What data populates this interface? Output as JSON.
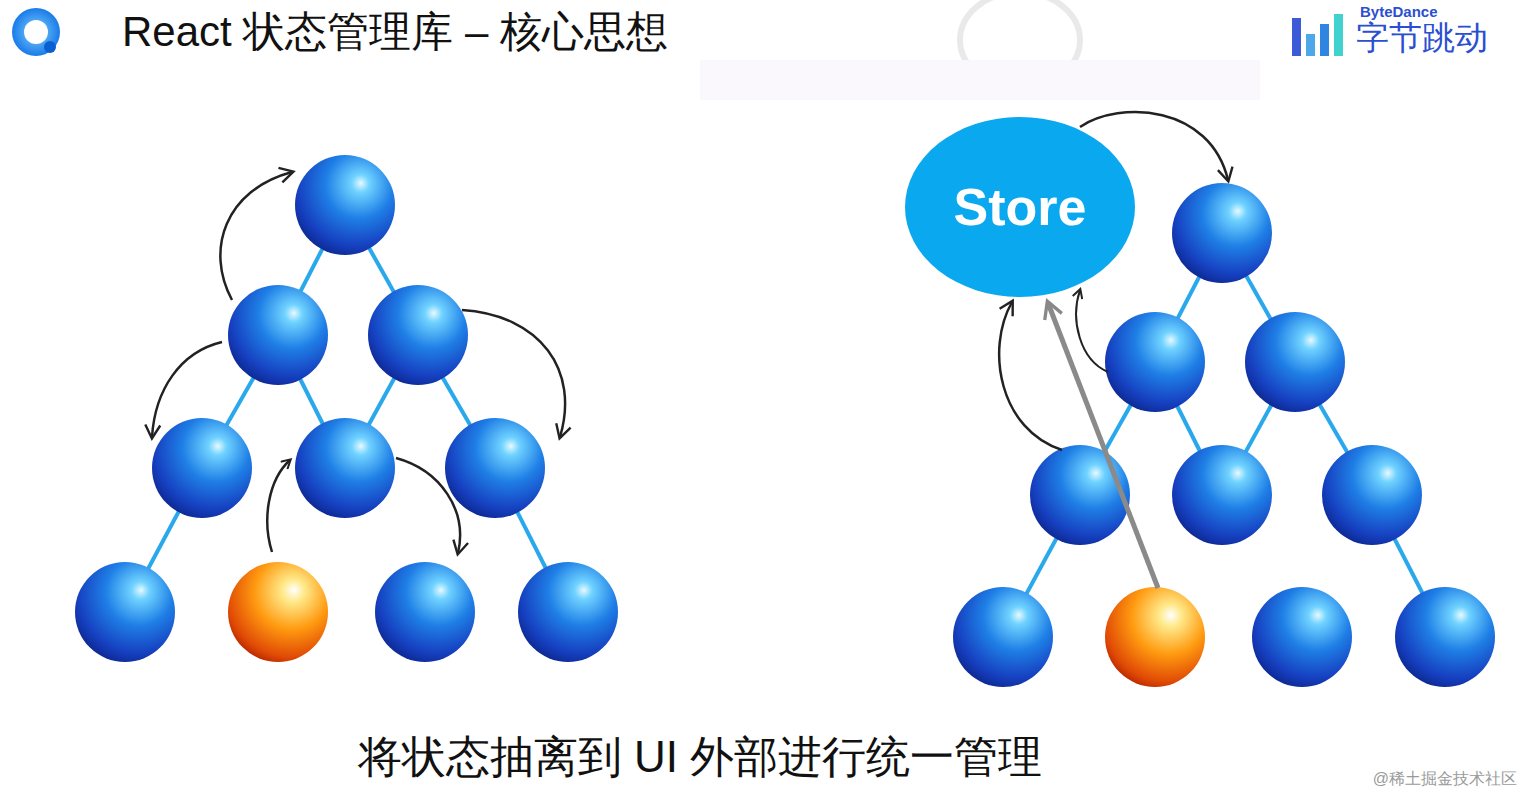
{
  "diagram": {
    "title": "React 状态管理库 – 核心思想",
    "caption": "将状态抽离到 UI 外部进行统一管理",
    "nodes": [
      {
        "text": [
          "Store"
        ]
      }
    ],
    "labels": [
      "ByteDance",
      "字节跳动",
      "@稀土掘金技术社区"
    ]
  }
}
